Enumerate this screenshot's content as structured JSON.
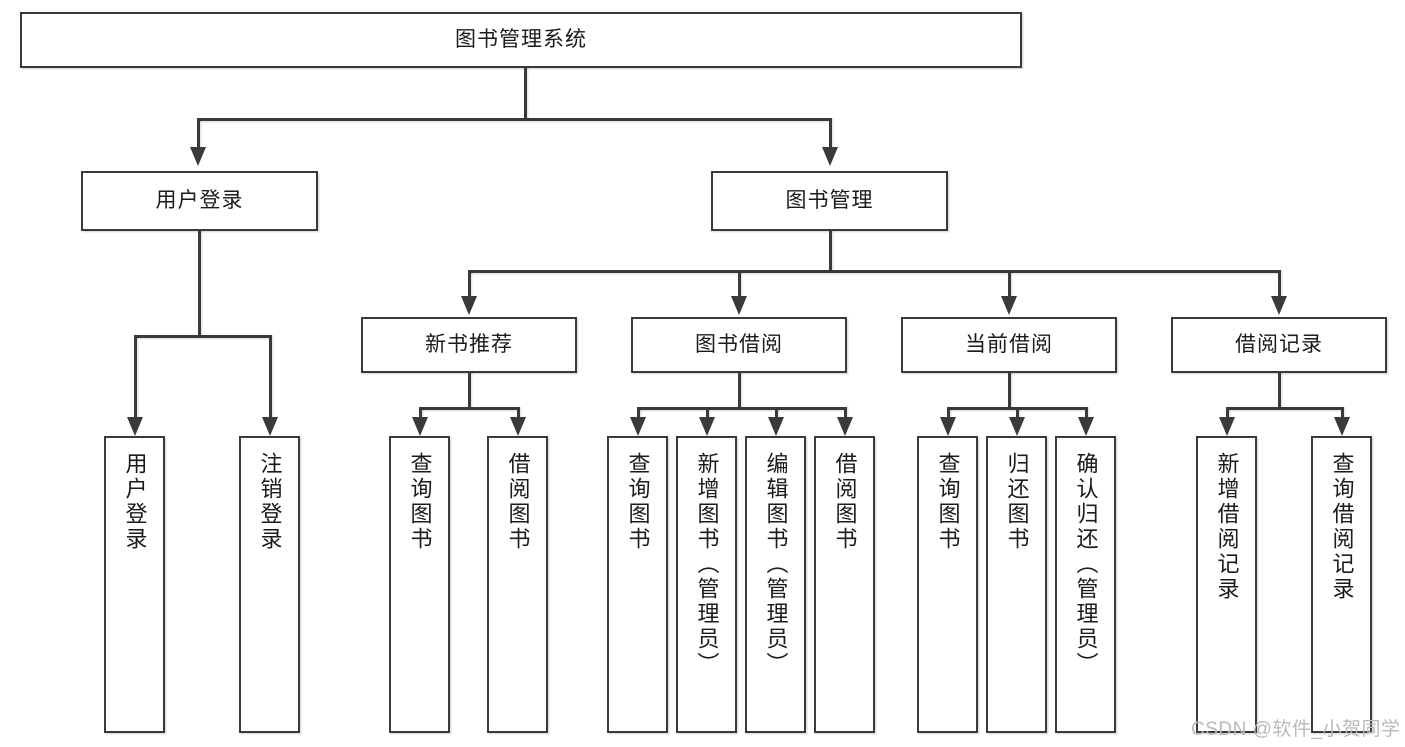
{
  "diagram": {
    "type": "tree-hierarchy-chart",
    "title": "图书管理系统",
    "root": {
      "label": "图书管理系统"
    },
    "level2": [
      {
        "label": "用户登录"
      },
      {
        "label": "图书管理"
      }
    ],
    "level3": [
      {
        "label": "新书推荐"
      },
      {
        "label": "图书借阅"
      },
      {
        "label": "当前借阅"
      },
      {
        "label": "借阅记录"
      }
    ],
    "leaves": {
      "user_login": [
        {
          "label": "用户登录"
        },
        {
          "label": "注销登录"
        }
      ],
      "new_book_recommend": [
        {
          "label": "查询图书"
        },
        {
          "label": "借阅图书"
        }
      ],
      "book_borrow": [
        {
          "label": "查询图书"
        },
        {
          "label": "新增图书（管理员）"
        },
        {
          "label": "编辑图书（管理员）"
        },
        {
          "label": "借阅图书"
        }
      ],
      "current_borrow": [
        {
          "label": "查询图书"
        },
        {
          "label": "归还图书"
        },
        {
          "label": "确认归还（管理员）"
        }
      ],
      "borrow_record": [
        {
          "label": "新增借阅记录"
        },
        {
          "label": "查询借阅记录"
        }
      ]
    }
  },
  "watermark": {
    "text": "CSDN @软件_小贺同学"
  },
  "colors": {
    "stroke": "#3a3a3a",
    "fill": "#ffffff",
    "text": "#1b1b1b",
    "watermark": "#b9b9b9"
  }
}
